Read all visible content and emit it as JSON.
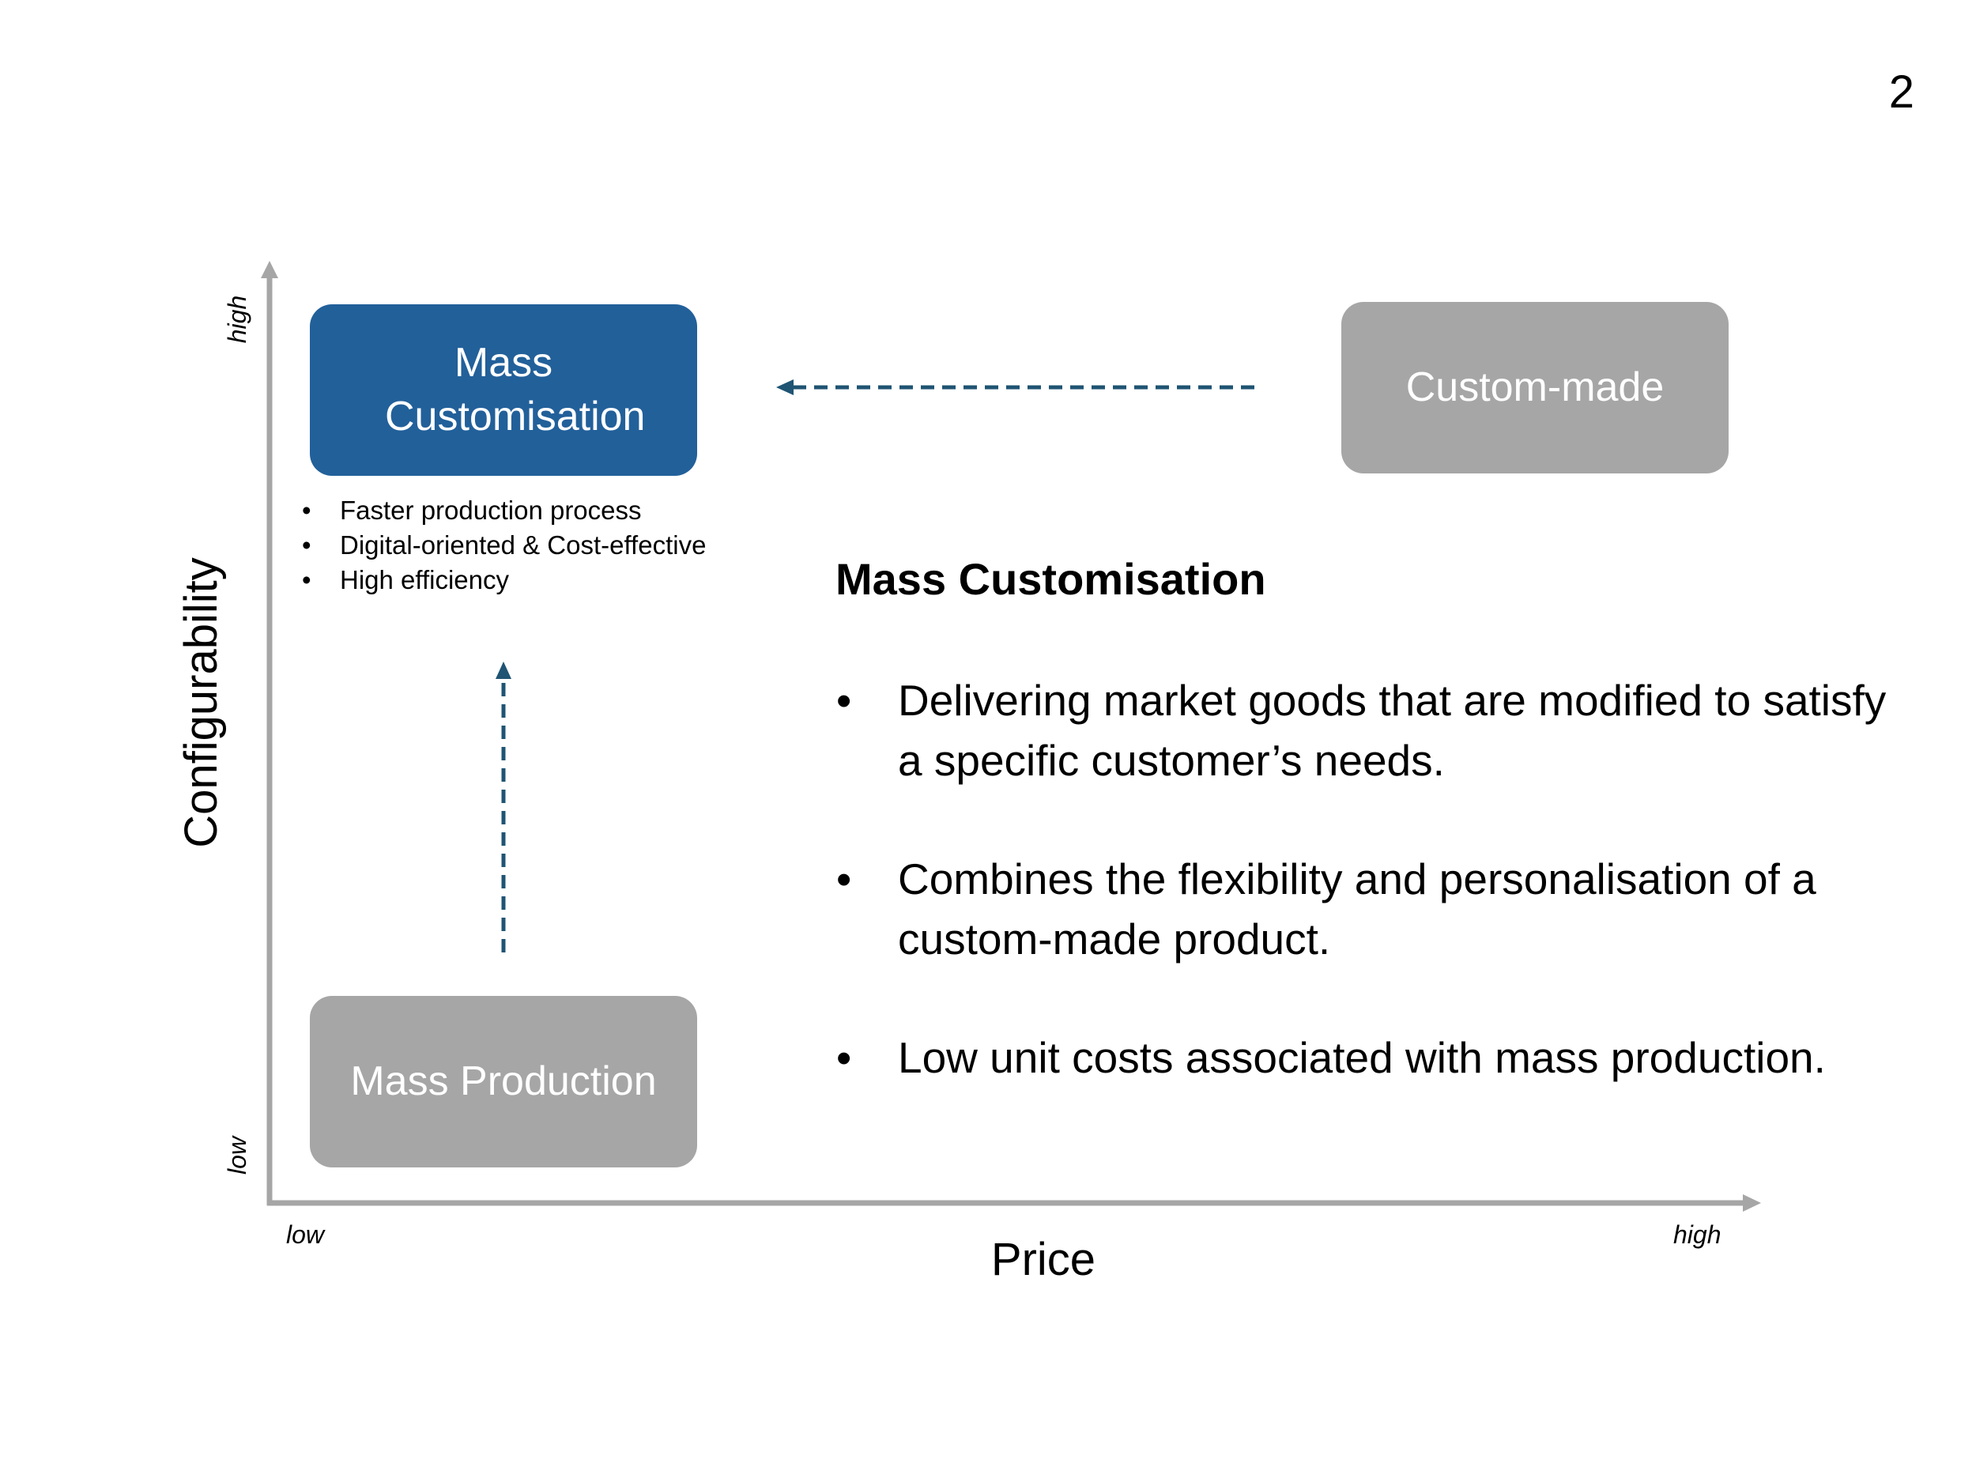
{
  "page_number": "2",
  "axes": {
    "y_label": "Configurability",
    "x_label": "Price",
    "y_low": "low",
    "y_high": "high",
    "x_low": "low",
    "x_high": "high",
    "axis_color": "#a6a6a6"
  },
  "boxes": {
    "mass_customisation": {
      "label": "Mass Customisation",
      "color": "#22609a"
    },
    "custom_made": {
      "label": "Custom-made",
      "color": "#a6a6a6"
    },
    "mass_production": {
      "label": "Mass Production",
      "color": "#a6a6a6"
    }
  },
  "arrows": {
    "color": "#1f5473",
    "style": "dashed",
    "from_custom_made_to_mass_customisation": true,
    "from_mass_production_to_mass_customisation": true
  },
  "mass_customisation_features": [
    "Faster production process",
    "Digital-oriented & Cost-effective",
    "High efficiency"
  ],
  "panel": {
    "title": "Mass Customisation",
    "bullets": [
      "Delivering market goods that are modified to satisfy a specific customer’s needs.",
      "Combines the flexibility and personalisation of a custom-made product.",
      "Low unit costs associated with mass production."
    ]
  }
}
